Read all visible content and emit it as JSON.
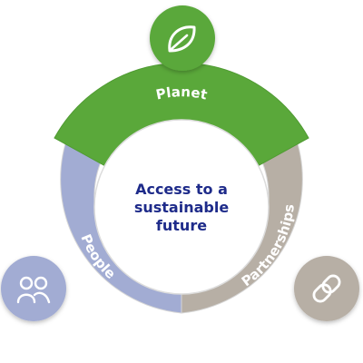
{
  "center": {
    "lines": [
      "Access to a",
      "sustainable",
      "future"
    ]
  },
  "segments": {
    "planet": {
      "label": "Planet",
      "icon": "leaf-icon"
    },
    "people": {
      "label": "People",
      "icon": "people-icon"
    },
    "partnerships": {
      "label": "Partnerships",
      "icon": "link-icon"
    }
  },
  "colors": {
    "planet": "#5aa83a",
    "people": "#a2acd3",
    "partnerships": "#b7afa5",
    "center_text": "#1e2b8a",
    "border": "#d0d0d0"
  }
}
